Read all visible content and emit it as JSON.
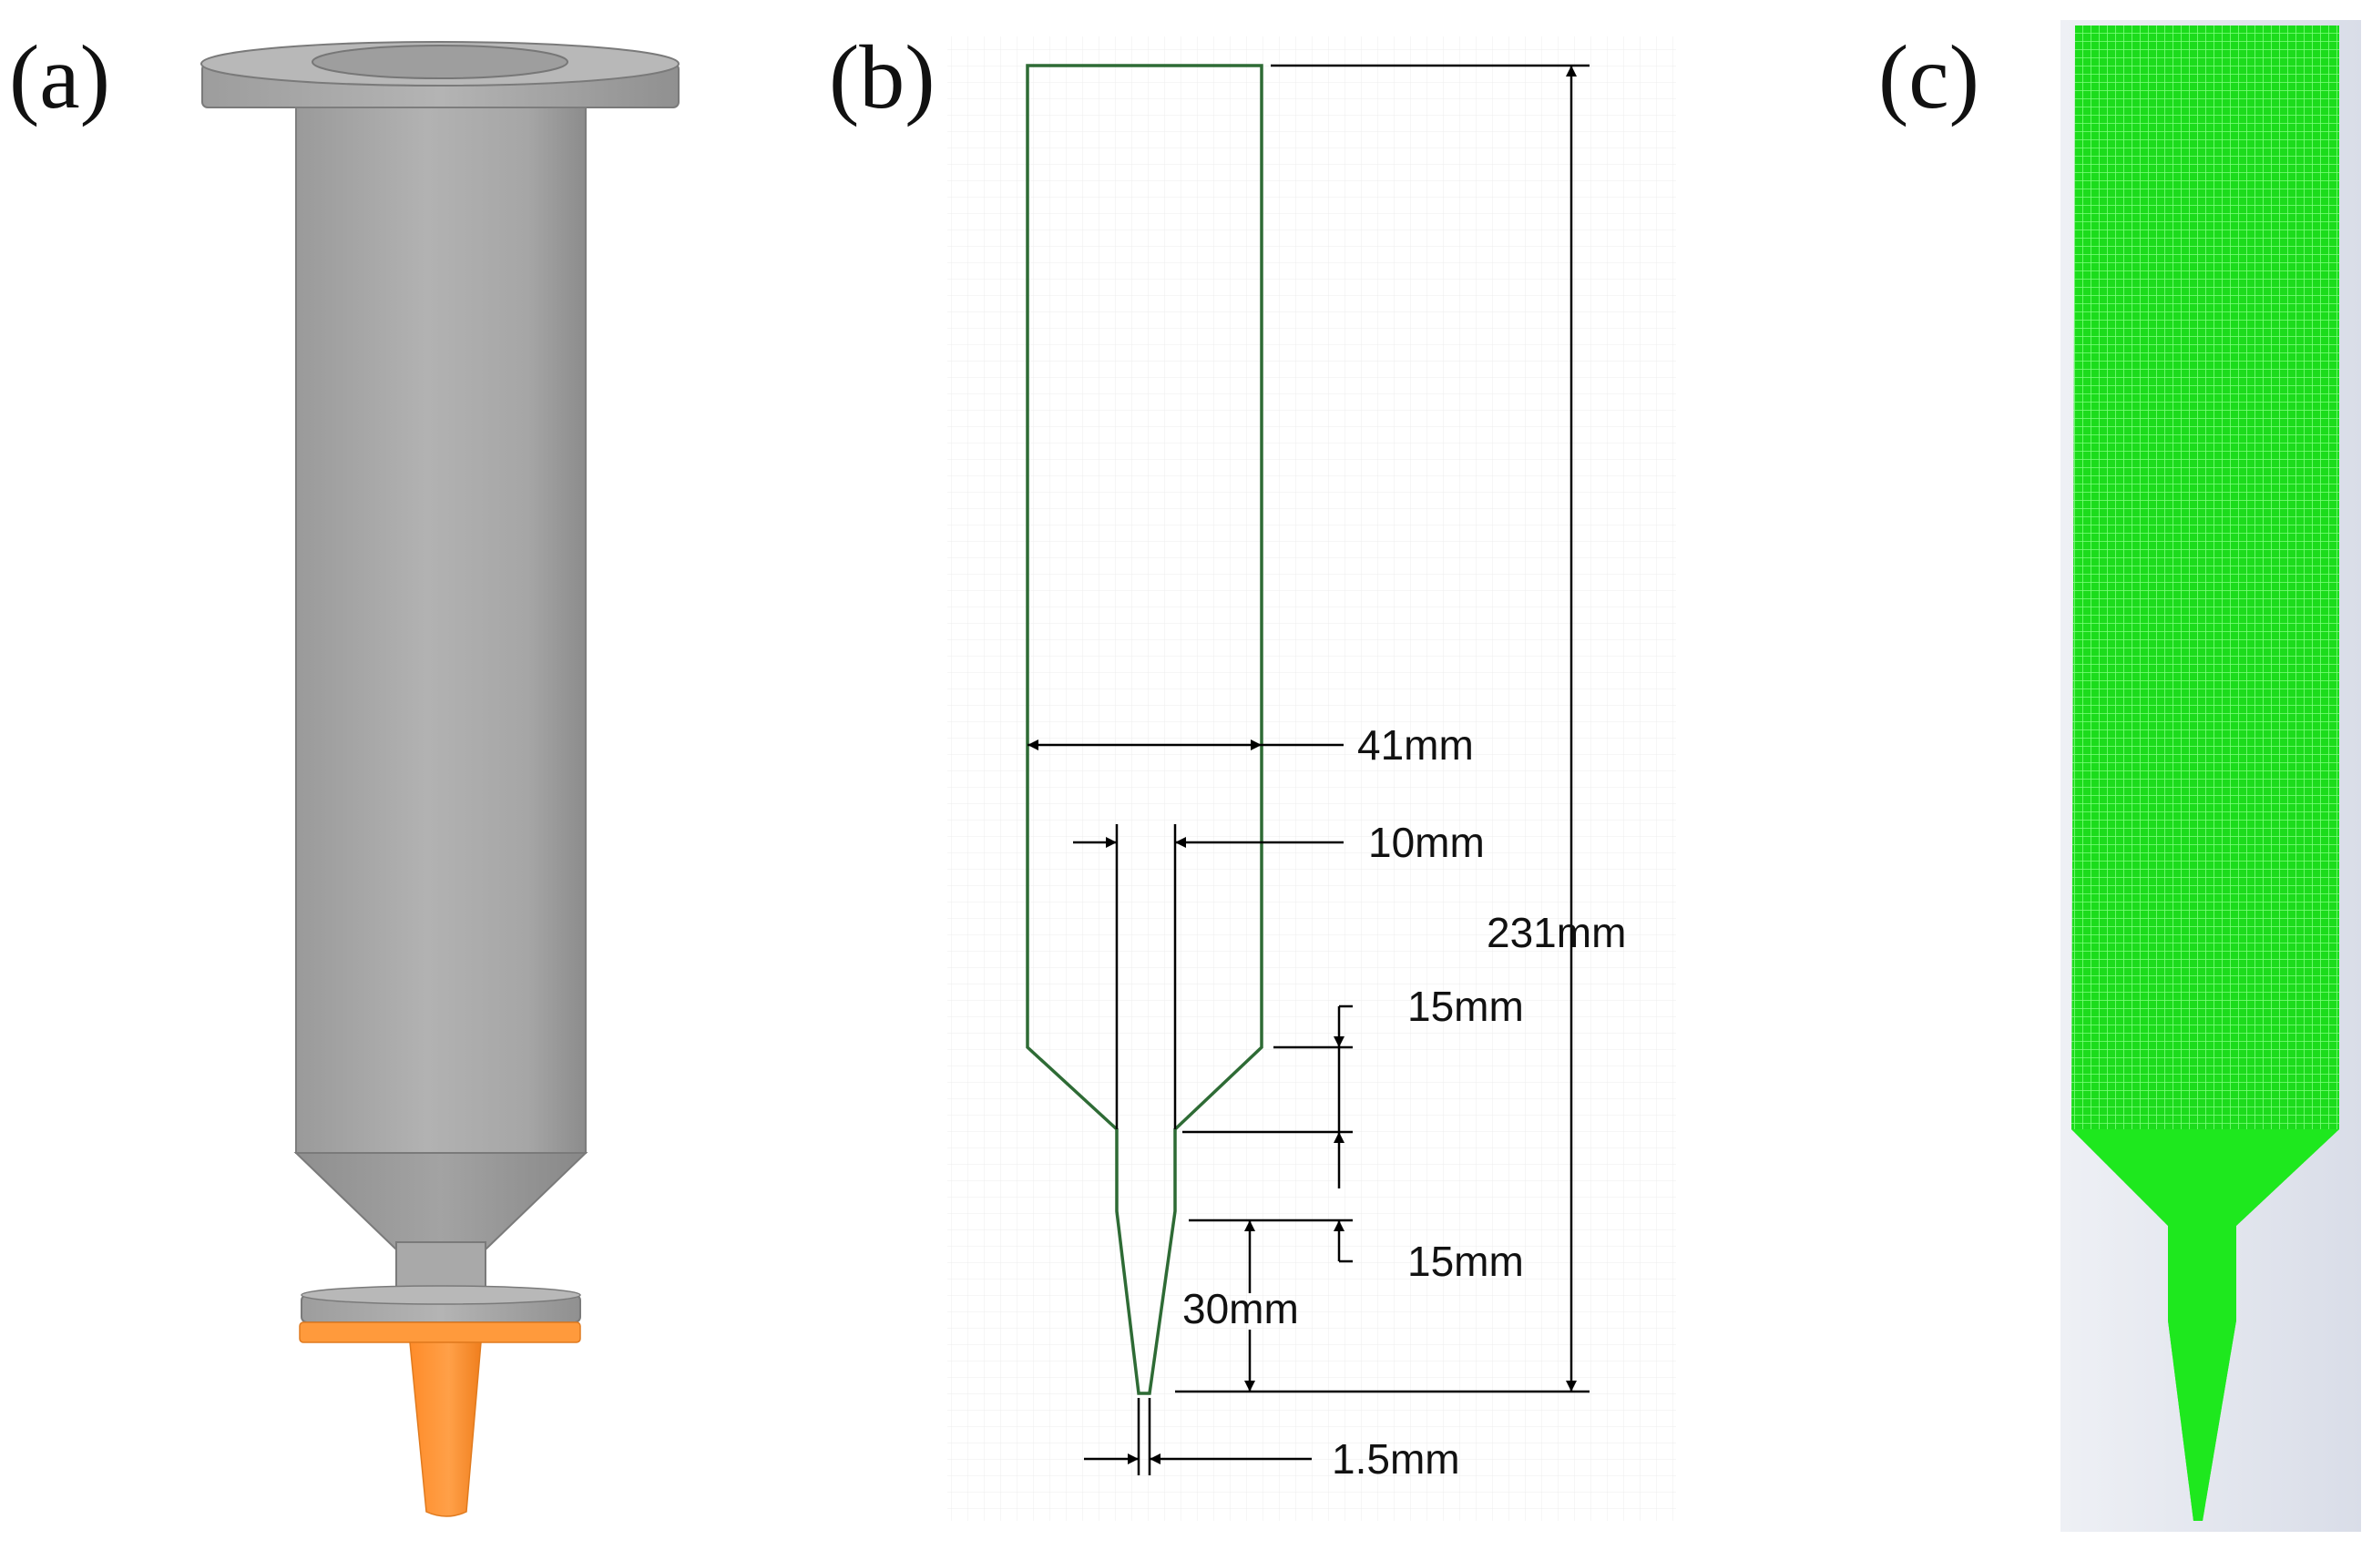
{
  "panels": {
    "a": {
      "label": "(a)"
    },
    "b": {
      "label": "(b)",
      "dimensions": {
        "barrel_width": "41mm",
        "nozzle_width": "10mm",
        "total_height": "231mm",
        "cone_height": "15mm",
        "neck_height": "15mm",
        "tip_length": "30mm",
        "tip_diameter": "1.5mm"
      }
    },
    "c": {
      "label": "(c)"
    }
  },
  "colors": {
    "body_gray": "#a9a9a9",
    "tip_orange": "#ff9933",
    "outline_green": "#2e6b35",
    "mesh_green": "#22ee22",
    "background_panel_c": "#dfe3ec"
  }
}
